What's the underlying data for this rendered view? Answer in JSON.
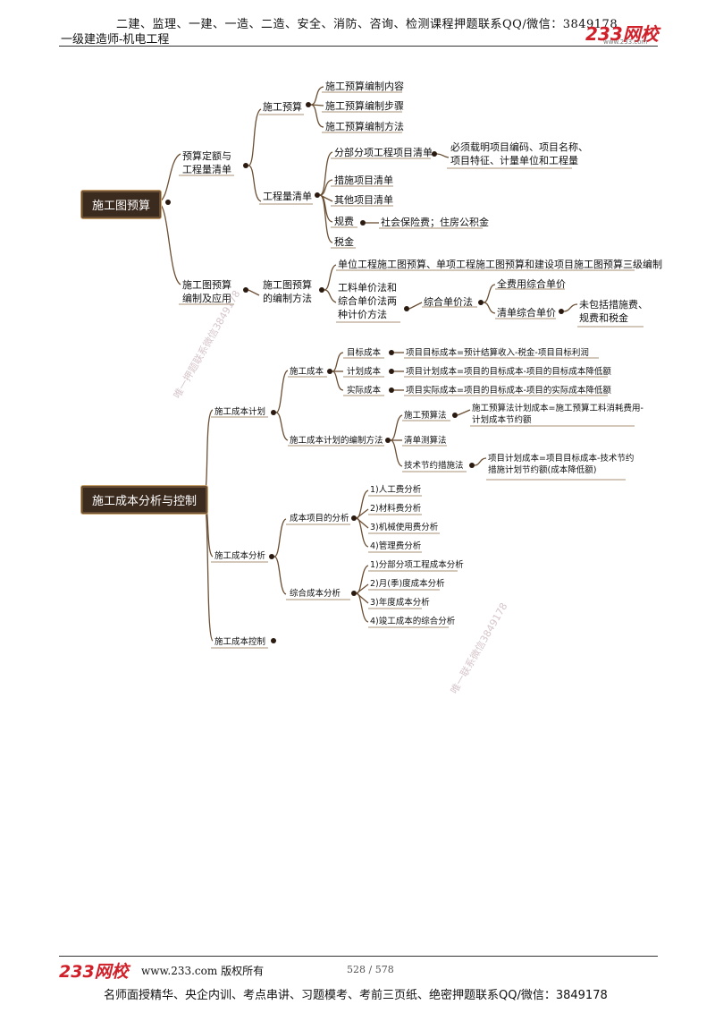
{
  "header": {
    "line1": "二建、监理、一建、一造、二造、安全、消防、咨询、检测课程押题联系QQ/微信：3849178",
    "line2": "一级建造师-机电工程",
    "logo": "233网校",
    "logo_sub": "www.233.com"
  },
  "map1": {
    "root": "施工图预算",
    "budget_quota": "预算定额与\n工程量清单",
    "construction_budget": "施工预算",
    "budget_content": "施工预算编制内容",
    "budget_steps": "施工预算编制步骤",
    "budget_method": "施工预算编制方法",
    "quantity_list": "工程量清单",
    "sub_item_list": "分部分项工程项目清单",
    "sub_item_note": "必须载明项目编码、项目名称、\n项目特征、计量单位和工程量",
    "measure_list": "措施项目清单",
    "other_list": "其他项目清单",
    "fees": "规费",
    "fees_note": "社会保险费；住房公积金",
    "tax": "税金",
    "drawing_budget": "施工图预算\n编制及应用",
    "prep_method": "施工图预算\n的编制方法",
    "three_level": "单位工程施工图预算、单项工程施工图预算和建设项目施工图预算三级编制",
    "two_methods": "工料单价法和\n综合单价法两\n种计价方法",
    "composite_price": "综合单价法",
    "full_cost_price": "全费用综合单价",
    "list_price": "清单综合单价",
    "list_price_note": "未包括措施费、\n规费和税金"
  },
  "map2": {
    "root": "施工成本分析与控制",
    "cost_plan": "施工成本计划",
    "construction_cost": "施工成本",
    "target_cost": "目标成本",
    "target_cost_note": "项目目标成本=预计结算收入-税金-项目目标利润",
    "planned_cost": "计划成本",
    "planned_cost_note": "项目计划成本=项目的目标成本-项目的目标成本降低额",
    "actual_cost": "实际成本",
    "actual_cost_note": "项目实际成本=项目的目标成本-项目的实际成本降低额",
    "plan_prep_method": "施工成本计划的编制方法",
    "budget_method": "施工预算法",
    "budget_method_note": "施工预算法计划成本=施工预算工料消耗费用-\n计划成本节约额",
    "list_calc_method": "清单测算法",
    "tech_saving": "技术节约措施法",
    "tech_saving_note": "项目计划成本=项目目标成本-技术节约\n措施计划节约额(成本降低额)",
    "cost_analysis": "施工成本分析",
    "cost_items_analysis": "成本项目的分析",
    "labor": "1)人工费分析",
    "material": "2)材料费分析",
    "machinery": "3)机械使用费分析",
    "management": "4)管理费分析",
    "comprehensive_analysis": "综合成本分析",
    "sub_analysis": "1)分部分项工程成本分析",
    "monthly_analysis": "2)月(季)度成本分析",
    "annual_analysis": "3)年度成本分析",
    "completion_analysis": "4)竣工成本的综合分析",
    "cost_control": "施工成本控制"
  },
  "watermarks": {
    "wm1": "唯一押题联系微信3849178",
    "wm2": "唯一联系微信3849178"
  },
  "footer": {
    "logo": "233网校",
    "link_text": "www.233.com 版权所有",
    "page": "528 / 578",
    "bottom": "名师面授精华、央企内训、考点串讲、习题模考、考前三页纸、绝密押题联系QQ/微信：3849178"
  }
}
